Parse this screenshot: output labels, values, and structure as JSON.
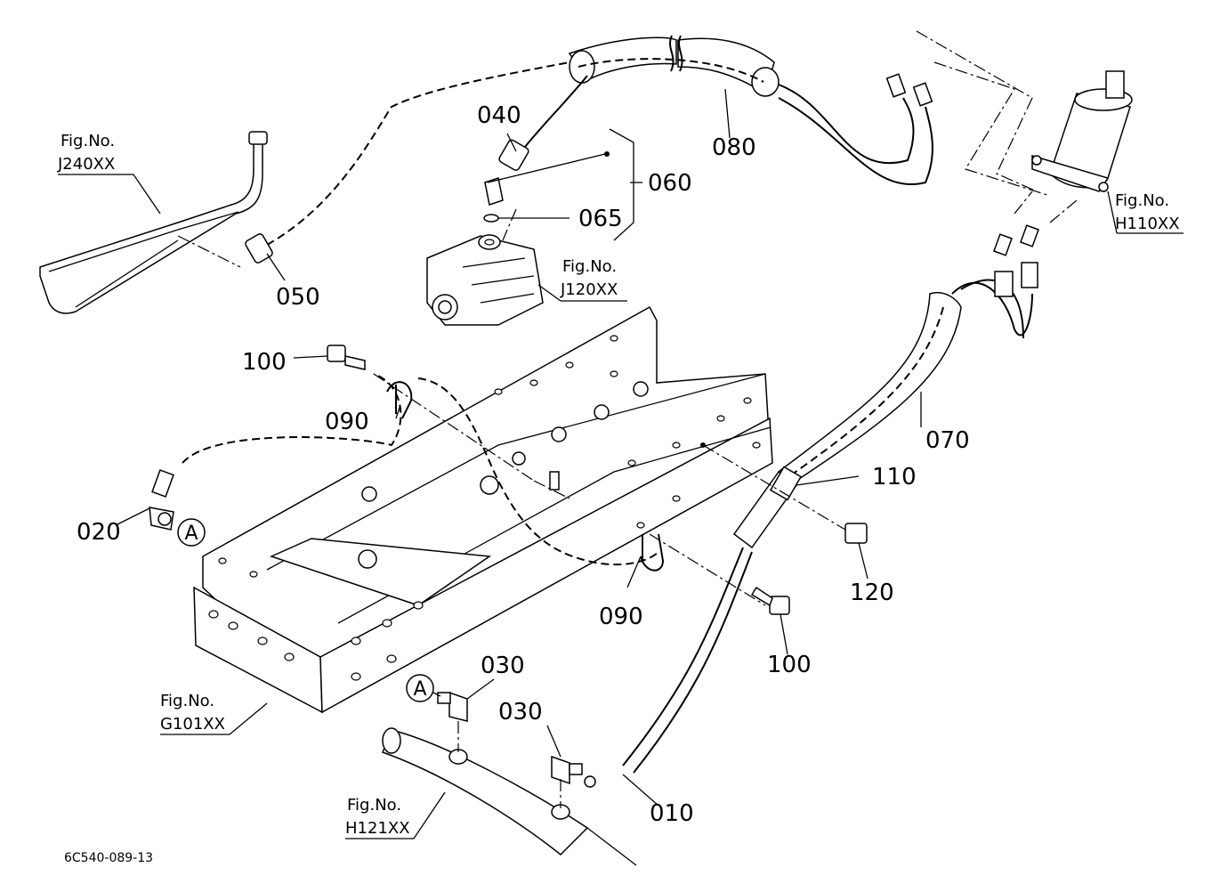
{
  "diagram": {
    "part_labels": {
      "p010": "010",
      "p020": "020",
      "p030a": "030",
      "p030b": "030",
      "p040": "040",
      "p050": "050",
      "p060": "060",
      "p065": "065",
      "p070": "070",
      "p080": "080",
      "p090a": "090",
      "p090b": "090",
      "p100a": "100",
      "p100b": "100",
      "p110": "110",
      "p120": "120"
    },
    "connector_marks": {
      "a1": "A",
      "a2": "A"
    },
    "figure_refs": {
      "j240": {
        "line1": "Fig.No.",
        "line2": "J240XX"
      },
      "j120": {
        "line1": "Fig.No.",
        "line2": "J120XX"
      },
      "h110": {
        "line1": "Fig.No.",
        "line2": "H110XX"
      },
      "g101": {
        "line1": "Fig.No.",
        "line2": "G101XX"
      },
      "h121": {
        "line1": "Fig.No.",
        "line2": "H121XX"
      }
    },
    "drawing_code": "6C540-089-13"
  }
}
